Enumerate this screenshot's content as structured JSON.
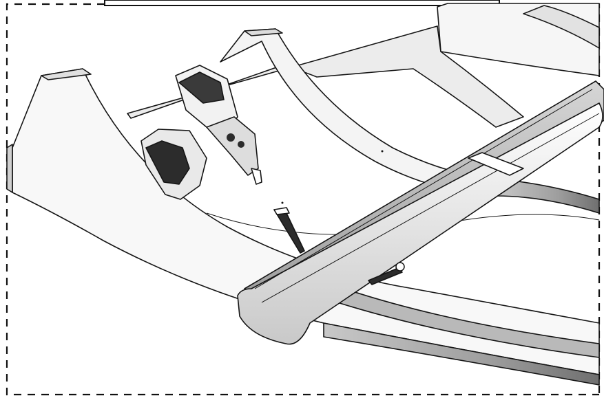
{
  "scene": {
    "description_items": [
      {
        "id": "curved-rocker-rails",
        "icon": "curved-rail-icon"
      },
      {
        "id": "end-support-blocks",
        "icon": "support-block-icon"
      },
      {
        "id": "cross-slat",
        "icon": "slat-icon"
      },
      {
        "id": "cordless-drill",
        "icon": "drill-icon"
      },
      {
        "id": "wood-screws",
        "icon": "screw-icon"
      }
    ],
    "colors": {
      "outline": "#151515",
      "panel_light": "#f7f7f7",
      "panel_shade": "#d9d9d9",
      "panel_dark": "#8c8c8c",
      "slat_top": "#a9a9a9",
      "drill_body": "#e6e6e6",
      "drill_dark": "#2a2a2a"
    }
  }
}
